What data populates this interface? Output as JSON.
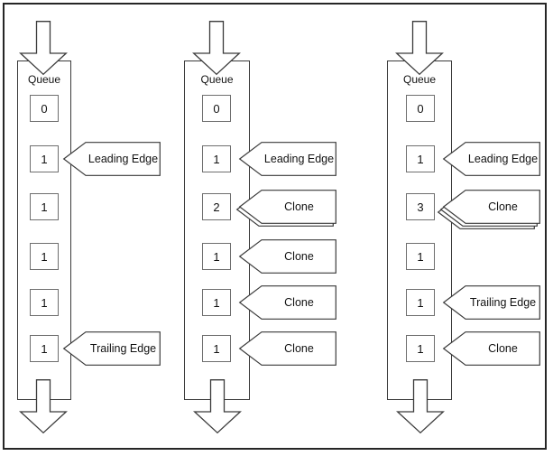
{
  "diagram": {
    "description_labels": {
      "queue": "Queue",
      "leading_edge": "Leading Edge",
      "trailing_edge": "Trailing Edge",
      "clone": "Clone"
    },
    "columns": [
      {
        "queue_label": "Queue",
        "cells": [
          {
            "value": "0"
          },
          {
            "value": "1",
            "label": "Leading Edge",
            "stack": 1
          },
          {
            "value": "1"
          },
          {
            "value": "1"
          },
          {
            "value": "1"
          },
          {
            "value": "1",
            "label": "Trailing Edge",
            "stack": 1
          }
        ]
      },
      {
        "queue_label": "Queue",
        "cells": [
          {
            "value": "0"
          },
          {
            "value": "1",
            "label": "Leading Edge",
            "stack": 1
          },
          {
            "value": "2",
            "label": "Clone",
            "stack": 2
          },
          {
            "value": "1",
            "label": "Clone",
            "stack": 1
          },
          {
            "value": "1",
            "label": "Clone",
            "stack": 1
          },
          {
            "value": "1",
            "label": "Clone",
            "stack": 1
          }
        ]
      },
      {
        "queue_label": "Queue",
        "cells": [
          {
            "value": "0"
          },
          {
            "value": "1",
            "label": "Leading Edge",
            "stack": 1
          },
          {
            "value": "3",
            "label": "Clone",
            "stack": 3
          },
          {
            "value": "1"
          },
          {
            "value": "1",
            "label": "Trailing Edge",
            "stack": 1
          },
          {
            "value": "1",
            "label": "Clone",
            "stack": 1
          }
        ]
      }
    ]
  },
  "colors": {
    "line": "#3a3a3a",
    "box_border": "#6e6e6e",
    "frame_border": "#262626",
    "background": "#ffffff",
    "text": "#111111"
  }
}
